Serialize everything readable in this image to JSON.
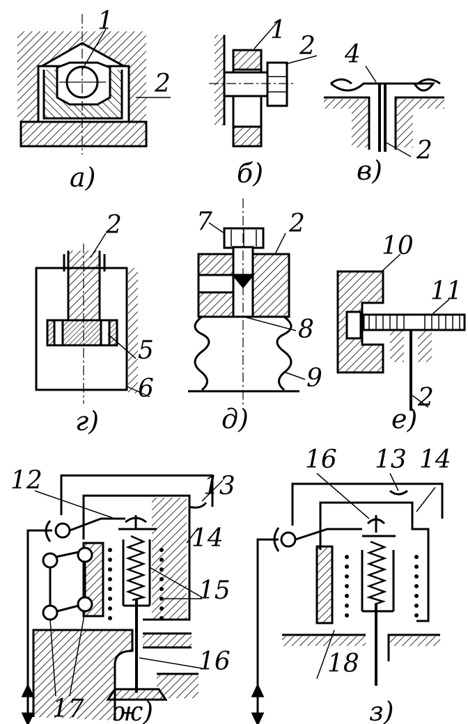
{
  "labels": {
    "a": {
      "n1": "1",
      "n2": "2"
    },
    "b": {
      "n1": "1",
      "n2": "2"
    },
    "v": {
      "n4": "4",
      "n2": "2"
    },
    "g": {
      "n2": "2",
      "n5": "5",
      "n6": "6"
    },
    "d": {
      "n7": "7",
      "n2": "2",
      "n8": "8",
      "n9": "9"
    },
    "e": {
      "n10": "10",
      "n11": "11",
      "n2": "2"
    },
    "zh": {
      "n12": "12",
      "n13": "13",
      "n14": "14",
      "n15": "15",
      "n16": "16",
      "n17": "17"
    },
    "z": {
      "n16": "16",
      "n13": "13",
      "n14": "14",
      "n18": "18"
    }
  },
  "captions": {
    "a": "а)",
    "b": "б)",
    "v": "в)",
    "g": "г)",
    "d": "д)",
    "e": "е)",
    "zh": "ж)",
    "z": "з)"
  }
}
